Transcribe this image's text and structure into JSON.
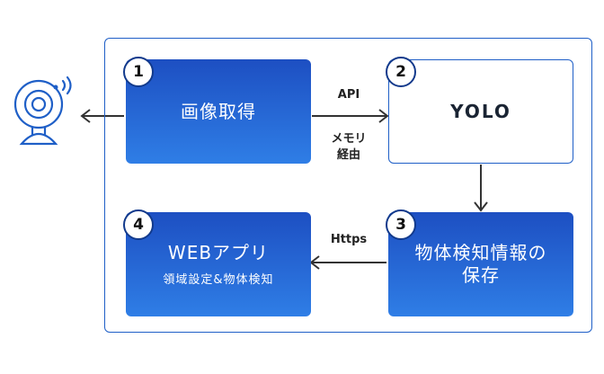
{
  "steps": [
    {
      "number": "1",
      "title": "画像取得",
      "subtitle": ""
    },
    {
      "number": "2",
      "title": "YOLO",
      "subtitle": ""
    },
    {
      "number": "3",
      "title": "物体検知情報の\n保存",
      "subtitle": ""
    },
    {
      "number": "4",
      "title": "WEBアプリ",
      "subtitle": "領域設定&物体検知"
    }
  ],
  "connectors": {
    "api": "API",
    "memory_line1": "メモリ",
    "memory_line2": "経由",
    "https": "Https"
  },
  "colors": {
    "primary_blue": "#1f5fc7",
    "box_gradient_top": "#1d4fc2",
    "box_gradient_bottom": "#2f7ee6",
    "arrow": "#333333"
  },
  "icons": {
    "camera": "webcam-icon"
  }
}
